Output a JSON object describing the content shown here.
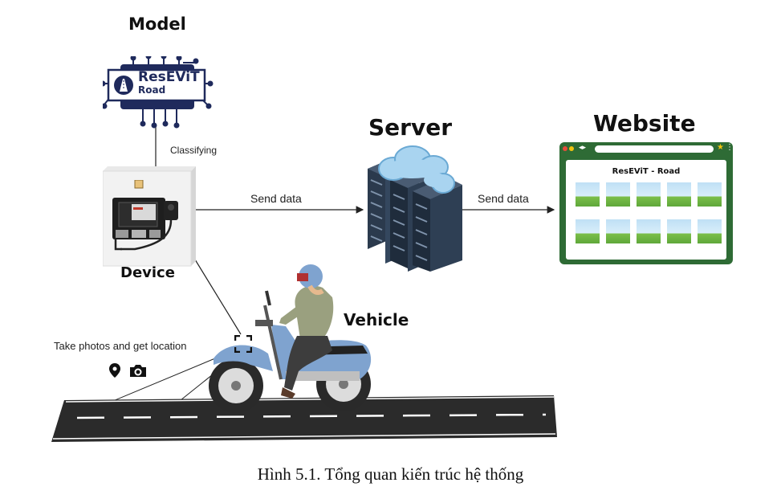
{
  "model": {
    "heading": "Model",
    "logo_title": "ResEViT",
    "logo_subtitle": "Road",
    "chip_icon": "ai-chip-icon"
  },
  "arrows": {
    "classifying": "Classifying",
    "device_to_server": "Send data",
    "server_to_website": "Send data"
  },
  "device": {
    "heading": "Device",
    "board_icon": "jetson-board-icon"
  },
  "server": {
    "heading": "Server",
    "icon": "server-cloud-icon"
  },
  "website": {
    "heading": "Website",
    "page_title": "ResEViT - Road",
    "thumbnails_per_row": 5,
    "thumbnail_rows": 2,
    "accent_color": "#2e6b35"
  },
  "vehicle": {
    "heading": "Vehicle",
    "icon": "motorbike-rider-icon"
  },
  "capture": {
    "label": "Take photos and get location",
    "icons": [
      "location-pin-icon",
      "camera-icon",
      "focus-frame-icon"
    ]
  },
  "caption": "Hình 5.1. Tổng quan kiến trúc hệ thống"
}
